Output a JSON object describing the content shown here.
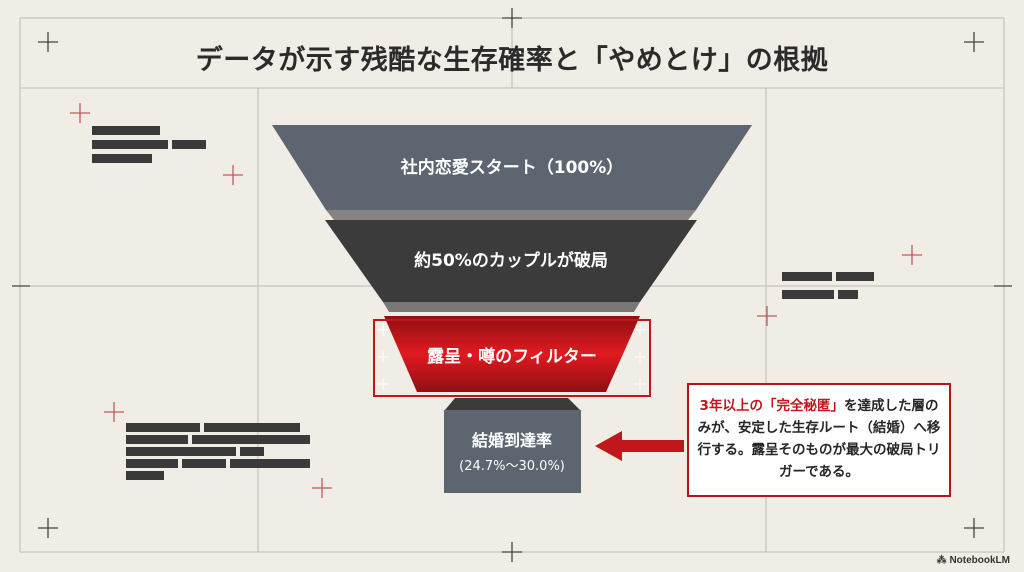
{
  "title": "データが示す残酷な生存確率と「やめとけ」の根拠",
  "funnel": {
    "stage1": "社内恋愛スタート（100%）",
    "stage2": "約50%のカップルが破局",
    "stage3": "露呈・噂のフィルター",
    "stage4_line1": "結婚到達率",
    "stage4_line2": "(24.7%〜30.0%)"
  },
  "callout": {
    "part1": "3年以上の",
    "highlight": "「完全秘匿」",
    "part2": "を達成した層のみが、安定した生存ルート（結婚）へ移行する。露呈そのものが最大の破局トリガーである。"
  },
  "watermark": "NotebookLM",
  "colors": {
    "background": "#efede6",
    "stage1": "#5d6670",
    "stage2": "#3b3b3b",
    "stage3": "#c0161c",
    "stage4": "#5d6670",
    "accent": "#b3151b"
  }
}
